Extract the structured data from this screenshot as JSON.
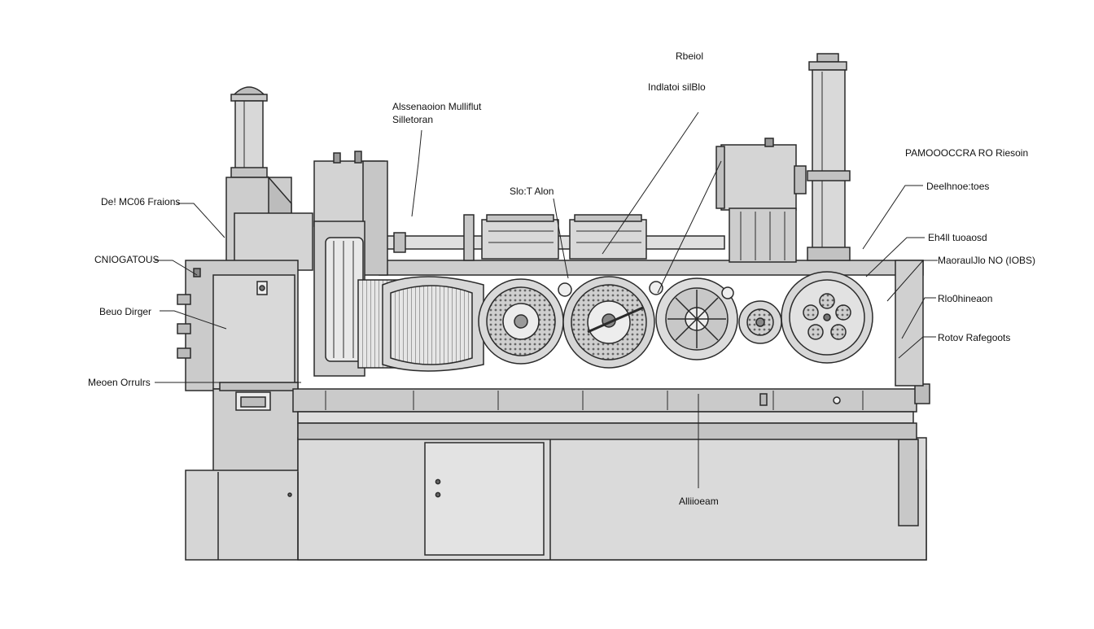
{
  "colors": {
    "background": "#ffffff",
    "body": "#d2d2d2",
    "body_light": "#e2e2e2",
    "body_dark": "#b9b9b9",
    "outline": "#2a2a2a",
    "label": "#111111"
  },
  "labels": {
    "top_right": "Rbeiol",
    "inlet_label": "Indlatoi silBlo",
    "alternator_line1": "Alssenaoion Mulliflut",
    "alternator_line2": "Silletoran",
    "shaft_arm": "Slo:T Alon",
    "frame_right": "PAMOOOCCRA RO Riesoin",
    "deelhnoe": "Deelhnoe:toes",
    "eh_tuoaosd": "Eh4ll tuoaosd",
    "motor_right": "MaoraulJlo NO (IOBS)",
    "rotor_right": "Rlo0hineaon",
    "rotov_rafegoots": "Rotov Rafegoots",
    "left_1": "De! MC06 Fraions",
    "left_2": "CNIOGATOUS",
    "left_3": "Beuo Dirger",
    "left_4": "Meoen Orrulrs",
    "bottom_center": "Alliioeam"
  }
}
